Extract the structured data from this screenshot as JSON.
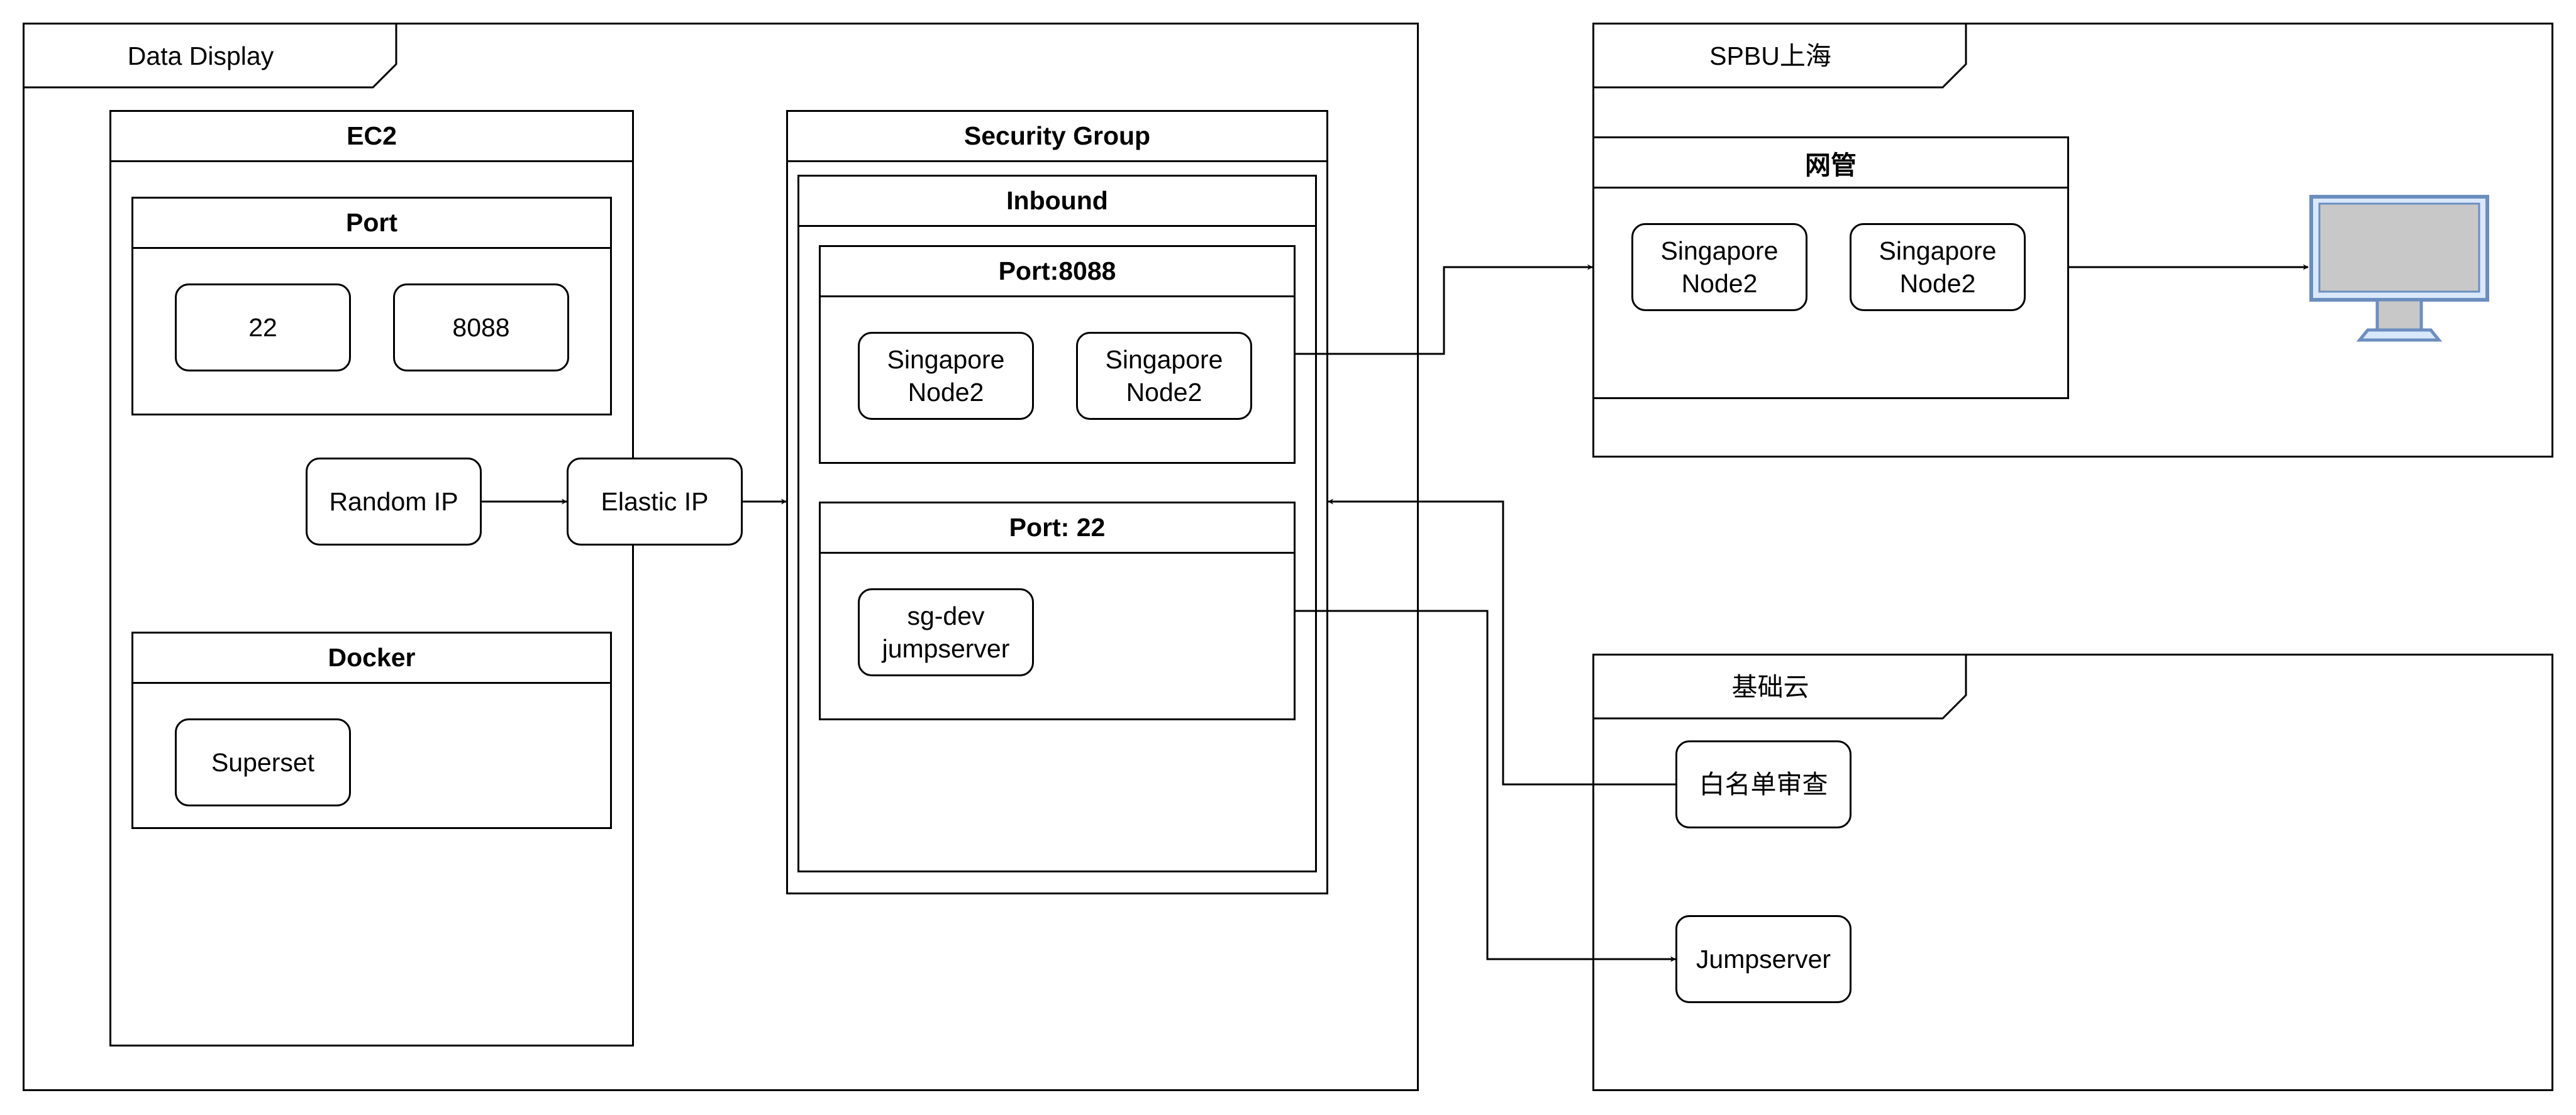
{
  "frames": {
    "data_display": {
      "label": "Data Display"
    },
    "spbu_shanghai": {
      "label": "SPBU上海"
    },
    "base_cloud": {
      "label": "基础云"
    }
  },
  "ec2": {
    "title": "EC2",
    "port": {
      "title": "Port",
      "items": [
        "22",
        "8088"
      ]
    },
    "random_ip": "Random IP",
    "elastic_ip": "Elastic IP",
    "docker": {
      "title": "Docker",
      "items": [
        "Superset"
      ]
    }
  },
  "security_group": {
    "title": "Security Group",
    "inbound": {
      "title": "Inbound",
      "port_8088": {
        "title": "Port:8088",
        "items": [
          "Singapore\nNode2",
          "Singapore\nNode2"
        ]
      },
      "port_22": {
        "title": "Port: 22",
        "items": [
          "sg-dev\njumpserver"
        ]
      }
    }
  },
  "gateway": {
    "title": "网管",
    "items": [
      "Singapore\nNode2",
      "Singapore\nNode2"
    ]
  },
  "base_cloud_nodes": {
    "whitelist_review": "白名单审查",
    "jumpserver": "Jumpserver"
  },
  "icons": {
    "monitor": "monitor-icon"
  },
  "colors": {
    "line": "#000000",
    "monitor_stroke": "#6c8ebf",
    "monitor_fill": "#dae8fc",
    "monitor_screen": "#c8c8c8"
  }
}
